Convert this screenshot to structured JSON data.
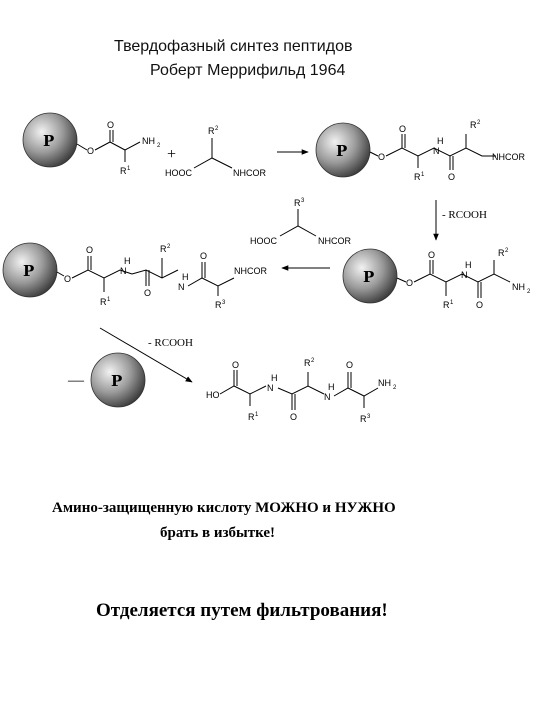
{
  "title": {
    "line1": "Твердофазный синтез пептидов",
    "line2": "Роберт Меррифильд 1964"
  },
  "labels": {
    "resin": "P",
    "plus": "+",
    "minus": "—",
    "amino": "NH",
    "amine_terminal": "NH2",
    "nhcor": "NHCOR",
    "hooc": "HOOC",
    "ho": "HO",
    "oxygen": "O",
    "nitrogen_h": "H",
    "nitrogen": "N",
    "r": "R",
    "r1": "1",
    "r2": "2",
    "r3": "3",
    "minus_rcooh": "- RCOOH"
  },
  "notes": {
    "excess_line1": "Амино-защищенную кислоту МОЖНО и НУЖНО",
    "excess_line2": "брать в избытке!",
    "filtration": "Отделяется путем фильтрования!"
  }
}
